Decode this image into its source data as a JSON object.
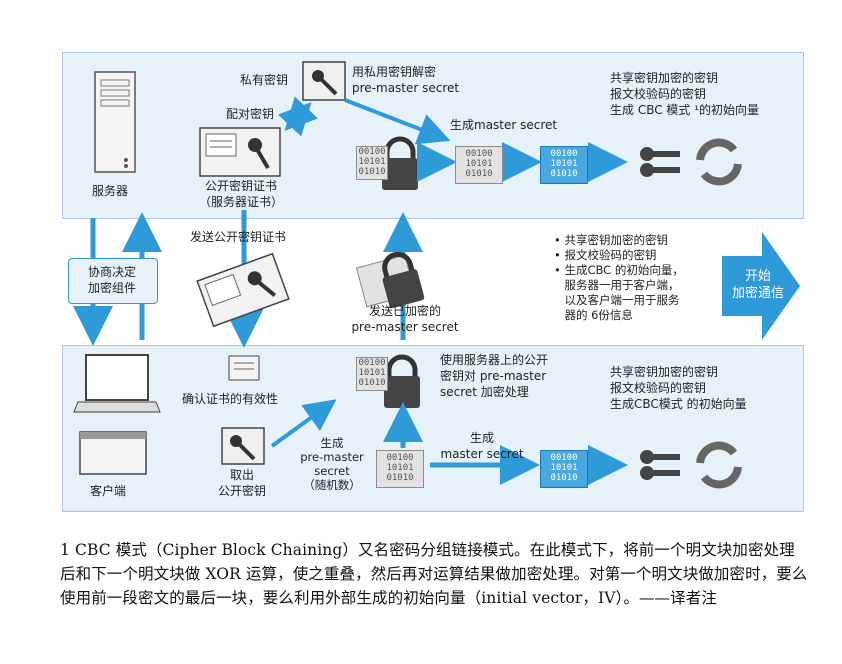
{
  "server_panel": {
    "server_label": "服务器",
    "private_key_label": "私有密钥",
    "pair_key_label": "配对密钥",
    "decrypt_label": "用私用密钥解密\npre-master secret",
    "cert_label": "公开密钥证书\n（服务器证书）",
    "generate_label": "生成master secret",
    "uses_label": "共享密钥加密的密钥\n报文校验码的密钥\n生成 CBC 模式 ¹的初始向量"
  },
  "middle": {
    "negotiate_label": "协商决定\n加密组件",
    "send_cert_label": "发送公开密钥证书",
    "send_encrypted_label": "发送已加密的\npre-master secret",
    "bullets": [
      "共享密钥加密的密钥",
      "报文校验码的密钥",
      "生成CBC 的初始向量，\n服务器一用于客户端，\n以及客户端一用于服务\n器的 6份信息"
    ],
    "start_label": "开始\n加密通信"
  },
  "client_panel": {
    "client_label": "客户端",
    "verify_label": "确认证书的有效性",
    "take_key_label": "取出\n公开密钥",
    "gen_pre_label": "生成\npre-master\nsecret\n（随机数）",
    "encrypt_label": "使用服务器上的公开\n密钥对 pre-master\nsecret 加密处理",
    "gen_master_label": "生成\nmaster secret",
    "uses_label": "共享密钥加密的密钥\n报文校验码的密钥\n生成CBC模式 的初始向量"
  },
  "bits_text": "00100\n10101\n01010",
  "footnote": "1 CBC 模式（Cipher Block Chaining）又名密码分组链接模式。在此模式下，将前一个明文块加密处理后和下一个明文块做 XOR 运算，使之重叠，然后再对运算结果做加密处理。对第一个明文块做加密时，要么使用前一段密文的最后一块，要么利用外部生成的初始向量（initial vector，IV）。——译者注",
  "colors": {
    "arrow": "#2f9ad8",
    "panel": "#e6f1f8",
    "panel_border": "#a9c6da",
    "key": "#3a3a3a"
  }
}
